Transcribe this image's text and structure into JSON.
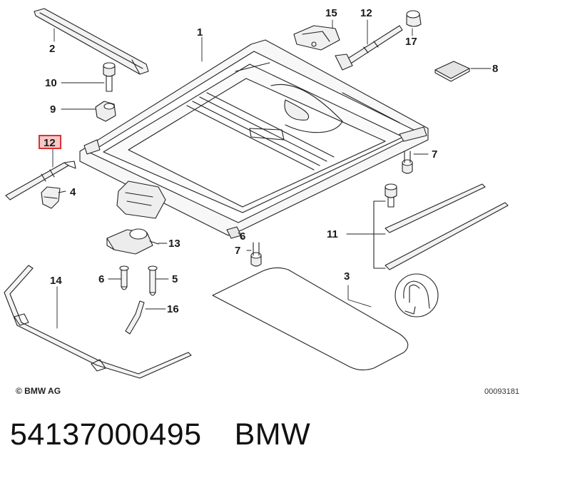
{
  "callouts": {
    "c1": "1",
    "c2": "2",
    "c3": "3",
    "c4": "4",
    "c5": "5",
    "c6a": "6",
    "c6b": "6",
    "c7a": "7",
    "c7b": "7",
    "c8": "8",
    "c9": "9",
    "c10": "10",
    "c11": "11",
    "c12a": "12",
    "c12b": "12",
    "c13": "13",
    "c14": "14",
    "c15": "15",
    "c16": "16",
    "c17": "17"
  },
  "highlight": {
    "callout": "12",
    "border_color": "#e03030",
    "fill_color": "#f6c9c9"
  },
  "copyright": "© BMW AG",
  "diagram_id": "00093181",
  "footer": {
    "part_number": "54137000495",
    "brand": "BMW"
  }
}
